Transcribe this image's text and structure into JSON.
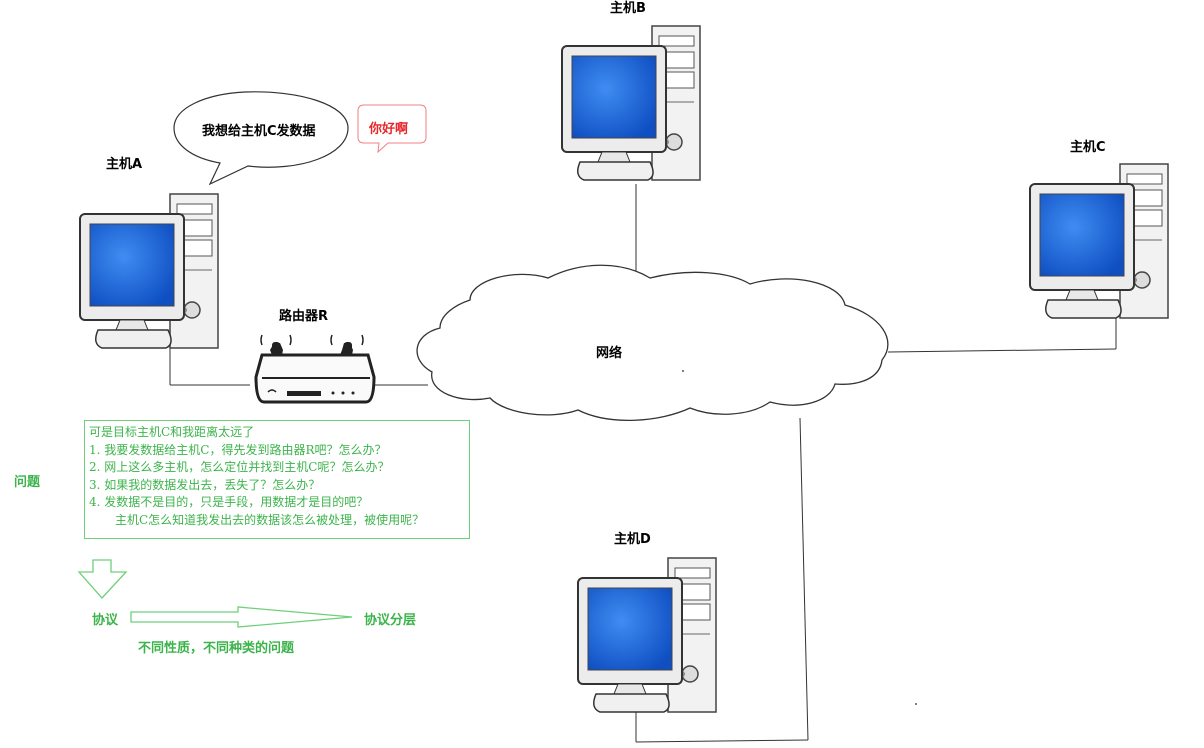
{
  "hosts": {
    "a": "主机A",
    "b": "主机B",
    "c": "主机C",
    "d": "主机D"
  },
  "router": "路由器R",
  "network": "网络",
  "bubbles": {
    "speech": "我想给主机C发数据",
    "greeting": "你好啊"
  },
  "questions": {
    "heading": "问题",
    "intro": "可是目标主机C和我距离太远了",
    "items": [
      "1.  我要发数据给主机C，得先发到路由器R吧？怎么办？",
      "2.  网上这么多主机，怎么定位并找到主机C呢？怎么办？",
      "3.  如果我的数据发出去，丢失了？怎么办？",
      "4.  发数据不是目的，只是手段，用数据才是目的吧？"
    ],
    "item4_cont": "主机C怎么知道我发出去的数据该怎么被处理，被使用呢？"
  },
  "flow": {
    "protocol": "协议",
    "layering": "协议分层",
    "note": "不同性质，不同种类的问题"
  },
  "colors": {
    "accent_green": "#3cb44b",
    "greeting_red": "#e8272a",
    "screen_blue": "#1f63d6"
  }
}
